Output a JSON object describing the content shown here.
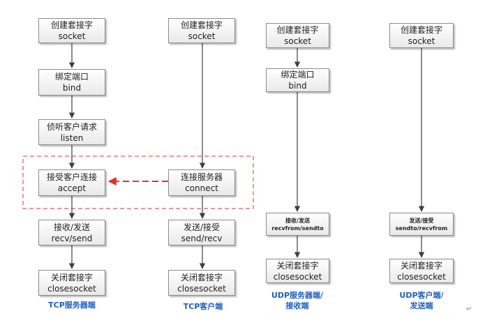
{
  "tcp_server": {
    "create": {
      "line1": "创建套接字",
      "line2": "socket"
    },
    "bind": {
      "line1": "绑定端口",
      "line2": "bind"
    },
    "listen": {
      "line1": "侦听客户请求",
      "line2": "listen"
    },
    "accept": {
      "line1": "接受客户连接",
      "line2": "accept"
    },
    "recv_send": {
      "line1": "接收/发送",
      "line2": "recv/send"
    },
    "close": {
      "line1": "关闭套接字",
      "line2": "closesocket"
    },
    "caption": "TCP服务器端"
  },
  "tcp_client": {
    "create": {
      "line1": "创建套接字",
      "line2": "socket"
    },
    "connect": {
      "line1": "连接服务器",
      "line2": "connect"
    },
    "send_recv": {
      "line1": "发送/接受",
      "line2": "send/recv"
    },
    "close": {
      "line1": "关闭套接字",
      "line2": "closesocket"
    },
    "caption": "TCP客户端"
  },
  "udp_server": {
    "create": {
      "line1": "创建套接字",
      "line2": "socket"
    },
    "bind": {
      "line1": "绑定端口",
      "line2": "bind"
    },
    "recv_send": {
      "line1": "接收/发送",
      "line2": "recvfrom/sendto"
    },
    "close": {
      "line1": "关闭套接字",
      "line2": "closesocket"
    },
    "caption_line1": "UDP服务器端/",
    "caption_line2": "接收端"
  },
  "udp_client": {
    "create": {
      "line1": "创建套接字",
      "line2": "socket"
    },
    "send_recv": {
      "line1": "发送/接受",
      "line2": "sendto/recvfrom"
    },
    "close": {
      "line1": "关闭套接字",
      "line2": "closesocket"
    },
    "caption_line1": "UDP客户端/",
    "caption_line2": "发送端"
  },
  "colors": {
    "arrow": "#3f3f3f",
    "connect_arrow": "#e03030",
    "dashed_region": "#e03030",
    "caption": "#1f5fbf"
  },
  "corner_mark": "↵"
}
